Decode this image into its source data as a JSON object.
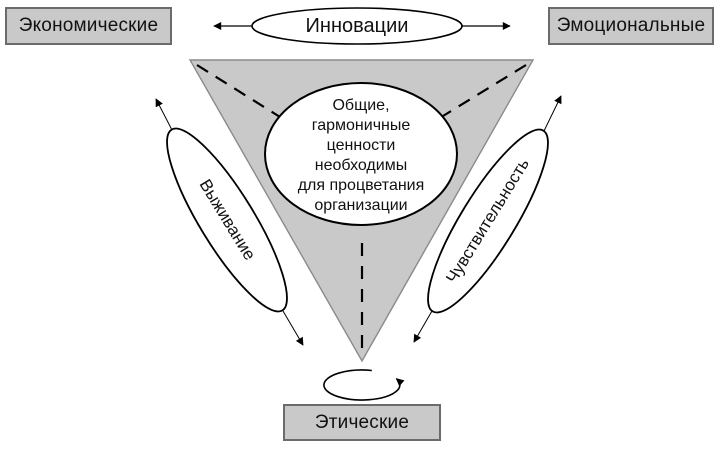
{
  "labels": {
    "economic": "Экономические",
    "emotional": "Эмоциональные",
    "ethical": "Этические",
    "innovation": "Инновации",
    "survival": "Выживание",
    "sensitivity": "Чувствительность",
    "center_message": "Общие,\nгармоничные\nценности\nнеобходимы\nдля процветания\nорганизации"
  },
  "colors": {
    "box_fill": "#c9c9c9",
    "box_border": "#6b6b6b",
    "triangle_fill": "#c9c9c9",
    "triangle_stroke": "#8a8a8a",
    "ellipse_fill": "#ffffff",
    "ellipse_stroke": "#000000",
    "line_color": "#000000"
  }
}
